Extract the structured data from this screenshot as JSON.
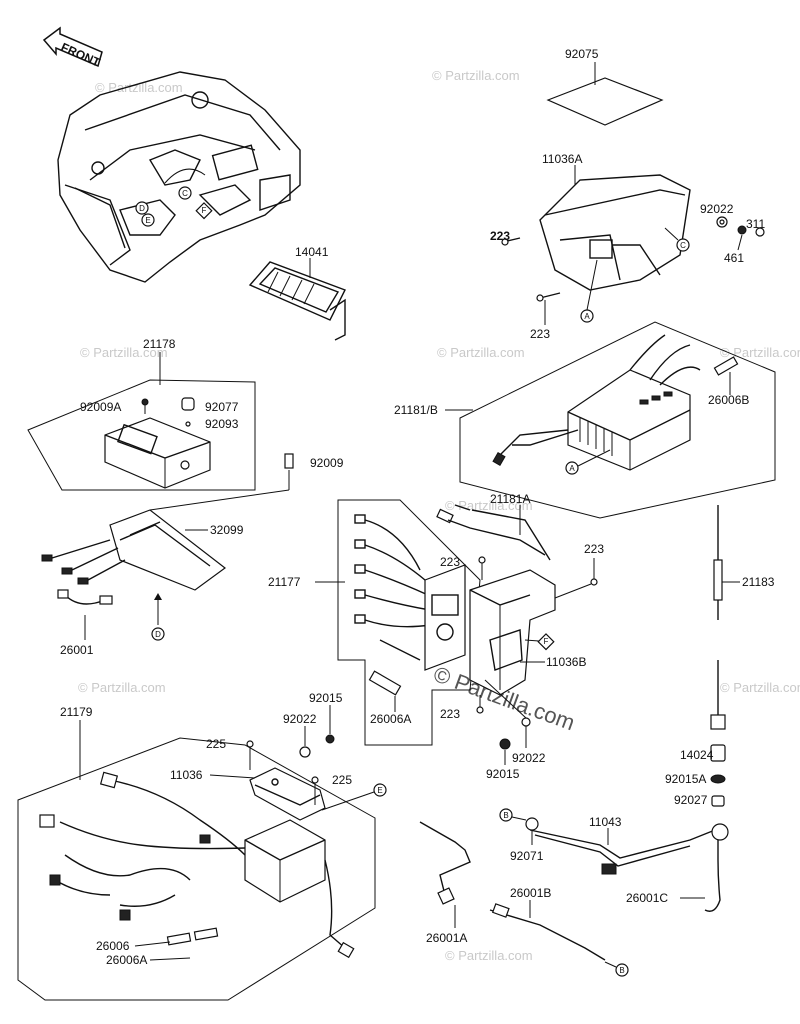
{
  "watermark": {
    "small": "© Partzilla.com",
    "large": "© Partzilla.com"
  },
  "front_arrow": {
    "label": "FRONT"
  },
  "callout_letters": {
    "A": "A",
    "B": "B",
    "C": "C",
    "D": "D",
    "E": "E",
    "F": "F"
  },
  "part_labels": {
    "p92075": "92075",
    "p11036A": "11036A",
    "p223_bold": "223",
    "p92022_a": "92022",
    "p311": "311",
    "p461": "461",
    "p223_a": "223",
    "p14041": "14041",
    "p21178": "21178",
    "p92009A": "92009A",
    "p92077": "92077",
    "p92093": "92093",
    "p92009": "92009",
    "p32099": "32099",
    "p26001": "26001",
    "p21181B": "21181/B",
    "p26006B": "26006B",
    "p21181A": "21181A",
    "p223_b": "223",
    "p223_c": "223",
    "p21177": "21177",
    "p11036B": "11036B",
    "p223_d": "223",
    "p26006A_a": "26006A",
    "p92015_a": "92015",
    "p92022_b": "92022",
    "p92022_c": "92022",
    "p92015_b": "92015",
    "p21183": "21183",
    "p14024": "14024",
    "p92015A": "92015A",
    "p92027": "92027",
    "p21179": "21179",
    "p225_a": "225",
    "p11036": "11036",
    "p225_b": "225",
    "p11043": "11043",
    "p92071": "92071",
    "p26001C": "26001C",
    "p26001B": "26001B",
    "p26001A": "26001A",
    "p26006": "26006",
    "p26006A_b": "26006A"
  }
}
